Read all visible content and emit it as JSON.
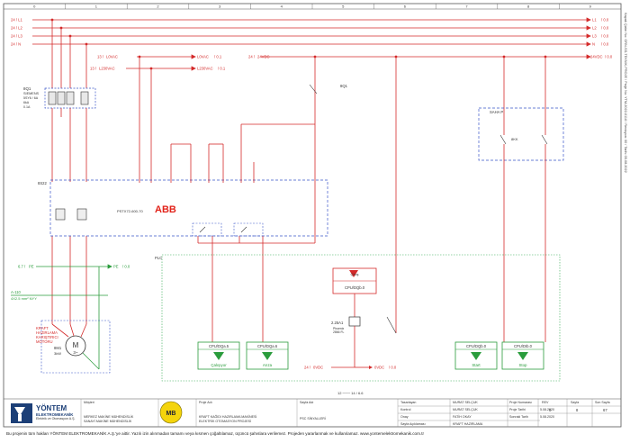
{
  "grid": {
    "columns": [
      "0",
      "1",
      "2",
      "3",
      "4",
      "5",
      "6",
      "7",
      "8",
      "9"
    ]
  },
  "buses": [
    {
      "ref_left": "24 / L1",
      "label": "L1",
      "ref_right": "/ 0.0"
    },
    {
      "ref_left": "24 / L2",
      "label": "L2",
      "ref_right": "/ 0.0"
    },
    {
      "ref_left": "24 / L3",
      "label": "L3",
      "ref_right": "/ 0.0"
    },
    {
      "ref_left": "24 / N",
      "label": "N",
      "ref_right": "/ 0.0"
    }
  ],
  "supplies": {
    "ac10_left": {
      "ref": "13 /",
      "label": "L0VAC"
    },
    "ac10_right": {
      "label": "L0VAC",
      "ref": "/ 0.1"
    },
    "ac230_left": {
      "ref": "13 /",
      "label": "L230VAC"
    },
    "ac230_right": {
      "label": "L230VAC",
      "ref": "/ 0.1"
    },
    "dc24_left": {
      "ref": "24 /",
      "label": "24VDC"
    },
    "dc24_right": {
      "label": "24VDC",
      "ref": "/ 0.0"
    },
    "ovdc": {
      "label": "0VDC",
      "ref": "/ 0.0"
    },
    "ovdc_left": {
      "ref": "24 /",
      "label": "0VDC"
    },
    "pe_left": {
      "ref": "6.7 /",
      "label": "PE"
    },
    "pe_right": {
      "label": "PE",
      "ref": "/ 0.0"
    }
  },
  "devices": {
    "breaker": {
      "tag": "8Q1",
      "brand": "SIEMENS",
      "model": "5SY6 / 6A",
      "rating": "6kA",
      "extra": "0.1A"
    },
    "relay": {
      "tag": "8Q1"
    },
    "softstarter": {
      "tag": "8S22",
      "model": "PSTX72-600-70",
      "brand": "ABB"
    },
    "panel": {
      "tag": "SAHA P",
      "relay_tag": "8KK"
    },
    "plc_tag": "PLC",
    "fuse": {
      "tag": "2.25A1",
      "note_1": "Phoenix",
      "note_2": "2866 FL"
    },
    "motor": {
      "tag": "8M1",
      "power": "3kW",
      "title_1": "KRAFT",
      "title_2": "HAZIRLAMA",
      "title_3": "KARIŞTIRICI",
      "title_4": "MOTORU"
    },
    "cable": {
      "tag": "A-110",
      "spec": "4X2.5 mm² NYY"
    },
    "contact_12": "12 ─── 14 / 6.6"
  },
  "plc_modules": [
    {
      "addr": "CPU/DQa.5",
      "label": "Çalışıyor"
    },
    {
      "addr": "CPU/DQa.6",
      "label": "Arıza"
    },
    {
      "addr": "CPU/DQb.0",
      "label": "Start"
    },
    {
      "addr": "CPU/DIb.0",
      "label": "Stop"
    }
  ],
  "cpu_top": {
    "title": "Çıkış",
    "addr": "CPU/DQb.0"
  },
  "side_text": "Kapak Çizim No: ORN-SS-TEKNIK-PROJE / Proje No: YTM-2022-0116 / Revizyon: 00 / Tarih: 05.08.2022",
  "titleblock": {
    "company": "YÖNTEM",
    "company_sub": "ELEKTROMEKANİK",
    "company_sub2": "Elektrik ve Otomasyon A.Ş.",
    "musteri_label": "Müşteri",
    "musteri_1": "MERKEZ MAKİNE MÜHENDİSLİK",
    "musteri_2": "SANAYİ MAKİNE MÜHENDİSLİK",
    "proje_adi_label": "Proje Adı",
    "proje_1": "KRAFT KAĞIDI HAZIRLAMA MAKİNESİ",
    "proje_2": "ELEKTRİK OTOMASYON PROJESİ",
    "sayfa_adi_label": "Sayfa Adı",
    "sayfa_adi": "PSC SİNYALLERİ",
    "rows_left": [
      {
        "k": "Tasarlayan",
        "v": "MURAT SELÇUK"
      },
      {
        "k": "Kontrol",
        "v": "MURAT SELÇUK"
      },
      {
        "k": "Onay",
        "v": "FATİH OKAY"
      },
      {
        "k": "Sayfa Açıklaması",
        "v": "KRAFT HAZIRLAMA"
      }
    ],
    "rows_mid": [
      {
        "k": "Proje Numarası",
        "v": "YTM"
      },
      {
        "k": "Proje Tarihi",
        "v": "5.08.2020"
      },
      {
        "k": "Sonraki Tarih",
        "v": "5.08.2020"
      }
    ],
    "rev_label": "REV",
    "rev": "0",
    "sayfa_label": "Sayfa",
    "sayfa": "8",
    "son_sayfa_label": "Son Sayfa",
    "son_sayfa": "67"
  },
  "disclaimer": "Bu projenin tüm hakları YÖNTEM ELEKTROMEKANİK A.Ş.'ye aittir. Yazılı izin alınmadan tamamı veya kısmen çoğaltılamaz, üçüncü şahıslara verilemez. Projeden yararlanmak ve kullanılamaz.   www.yontemelektromekanik.com.tr"
}
